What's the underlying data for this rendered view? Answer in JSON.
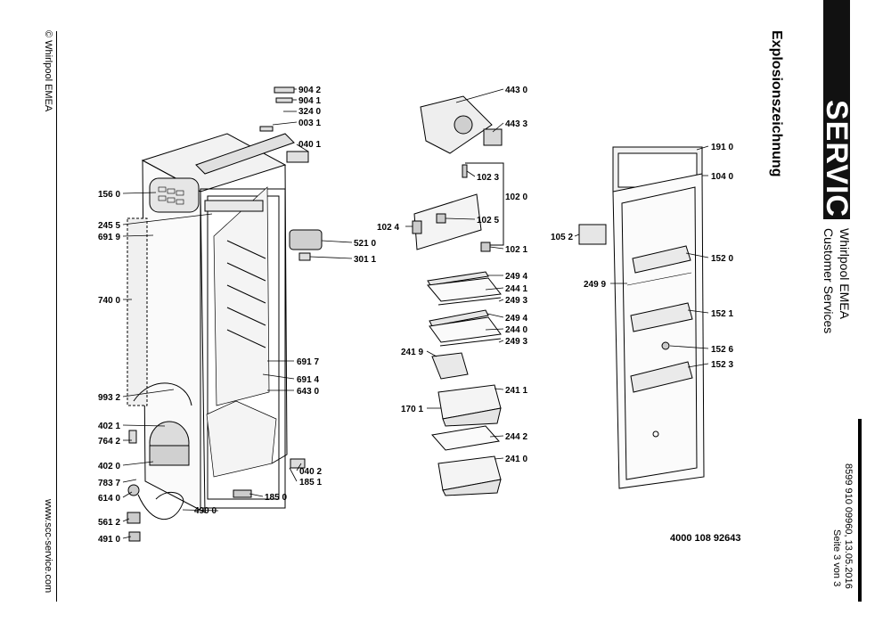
{
  "header": {
    "service": "SERVICE",
    "brand_line1": "Whirlpool EMEA",
    "brand_line2": "Customer Services",
    "title": "Explosionszeichnung",
    "copyright": "© Whirlpool EMEA",
    "website": "www.scc-service.com",
    "doc_number": "8599 910 09960, 13.05.2016",
    "page": "Seite 3 von 3",
    "reference": "4000 108 92643"
  },
  "part_labels": {
    "l9042": "904 2",
    "l9041": "904 1",
    "l3240": "324 0",
    "l0031": "003 1",
    "l0401": "040 1",
    "l1560": "156 0",
    "l2455": "245 5",
    "l6919": "691 9",
    "l7400": "740 0",
    "l9932": "993 2",
    "l4021": "402 1",
    "l7642": "764 2",
    "l4020": "402 0",
    "l7837": "783 7",
    "l6140": "614 0",
    "l5612": "561 2",
    "l4910": "491 0",
    "l4900": "490 0",
    "l1850": "185 0",
    "l0402": "040 2",
    "l1851": "185 1",
    "l5210": "521 0",
    "l3011": "301 1",
    "l6917": "691 7",
    "l6914": "691 4",
    "l6430": "643 0",
    "l4430": "443 0",
    "l4433": "443 3",
    "l1023": "102 3",
    "l1020": "102 0",
    "l1025": "102 5",
    "l1024": "102 4",
    "l1021": "102 1",
    "l2494a": "249 4",
    "l2441": "244 1",
    "l2493a": "249 3",
    "l2494b": "249 4",
    "l2440": "244 0",
    "l2493b": "249 3",
    "l2419": "241 9",
    "l2411": "241 1",
    "l1701": "170 1",
    "l2442": "244 2",
    "l2410": "241 0",
    "l1910": "191 0",
    "l1040": "104 0",
    "l1052": "105 2",
    "l1520": "152 0",
    "l2499": "249 9",
    "l1521": "152 1",
    "l1526": "152 6",
    "l1523": "152 3"
  }
}
